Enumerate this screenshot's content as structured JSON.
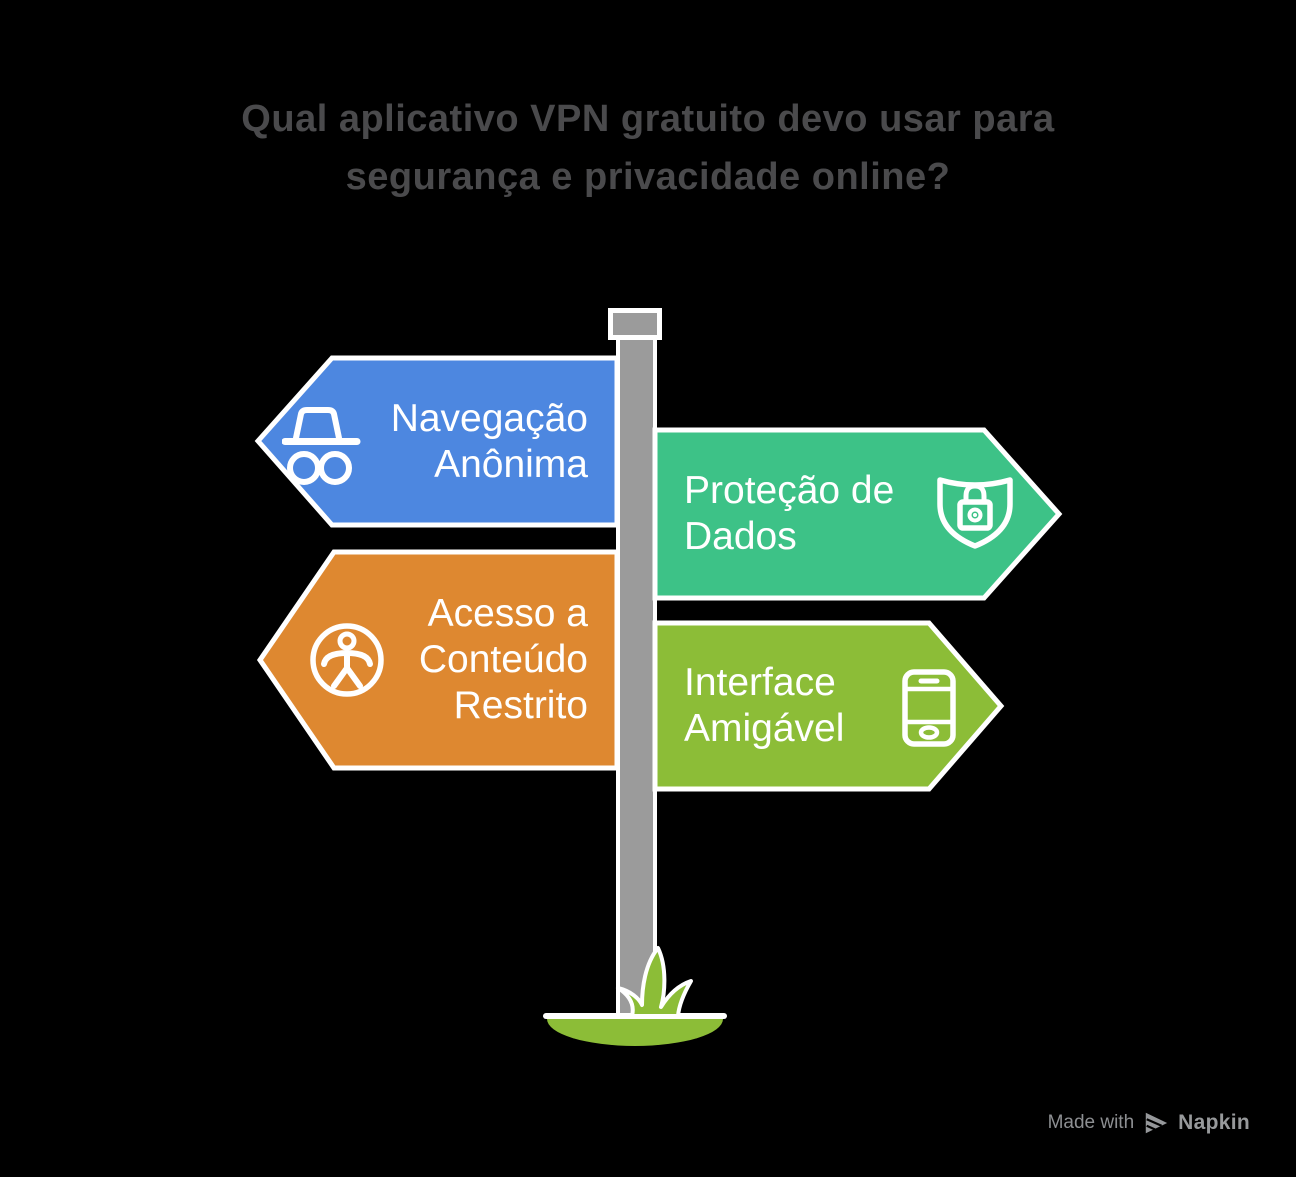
{
  "title": "Qual aplicativo VPN gratuito devo usar para\nsegurança e privacidade online?",
  "title_color": "#4a4a4c",
  "background_color": "#000000",
  "post": {
    "color": "#9b9b9b",
    "outline": "#ffffff"
  },
  "ground": {
    "color": "#8cbd37"
  },
  "signs": [
    {
      "id": "navegacao-anonima",
      "label": "Navegação\nAnônima",
      "color": "#4d87e0",
      "direction": "left",
      "icon": "incognito-icon"
    },
    {
      "id": "protecao-de-dados",
      "label": "Proteção de\nDados",
      "color": "#3dc287",
      "direction": "right",
      "icon": "shield-lock-icon"
    },
    {
      "id": "acesso-conteudo-restrito",
      "label": "Acesso a\nConteúdo\nRestrito",
      "color": "#de8830",
      "direction": "left",
      "icon": "accessibility-icon"
    },
    {
      "id": "interface-amigavel",
      "label": "Interface\nAmigável",
      "color": "#8cbd37",
      "direction": "right",
      "icon": "smartphone-icon"
    }
  ],
  "footer": {
    "made_with": "Made with",
    "brand": "Napkin"
  }
}
